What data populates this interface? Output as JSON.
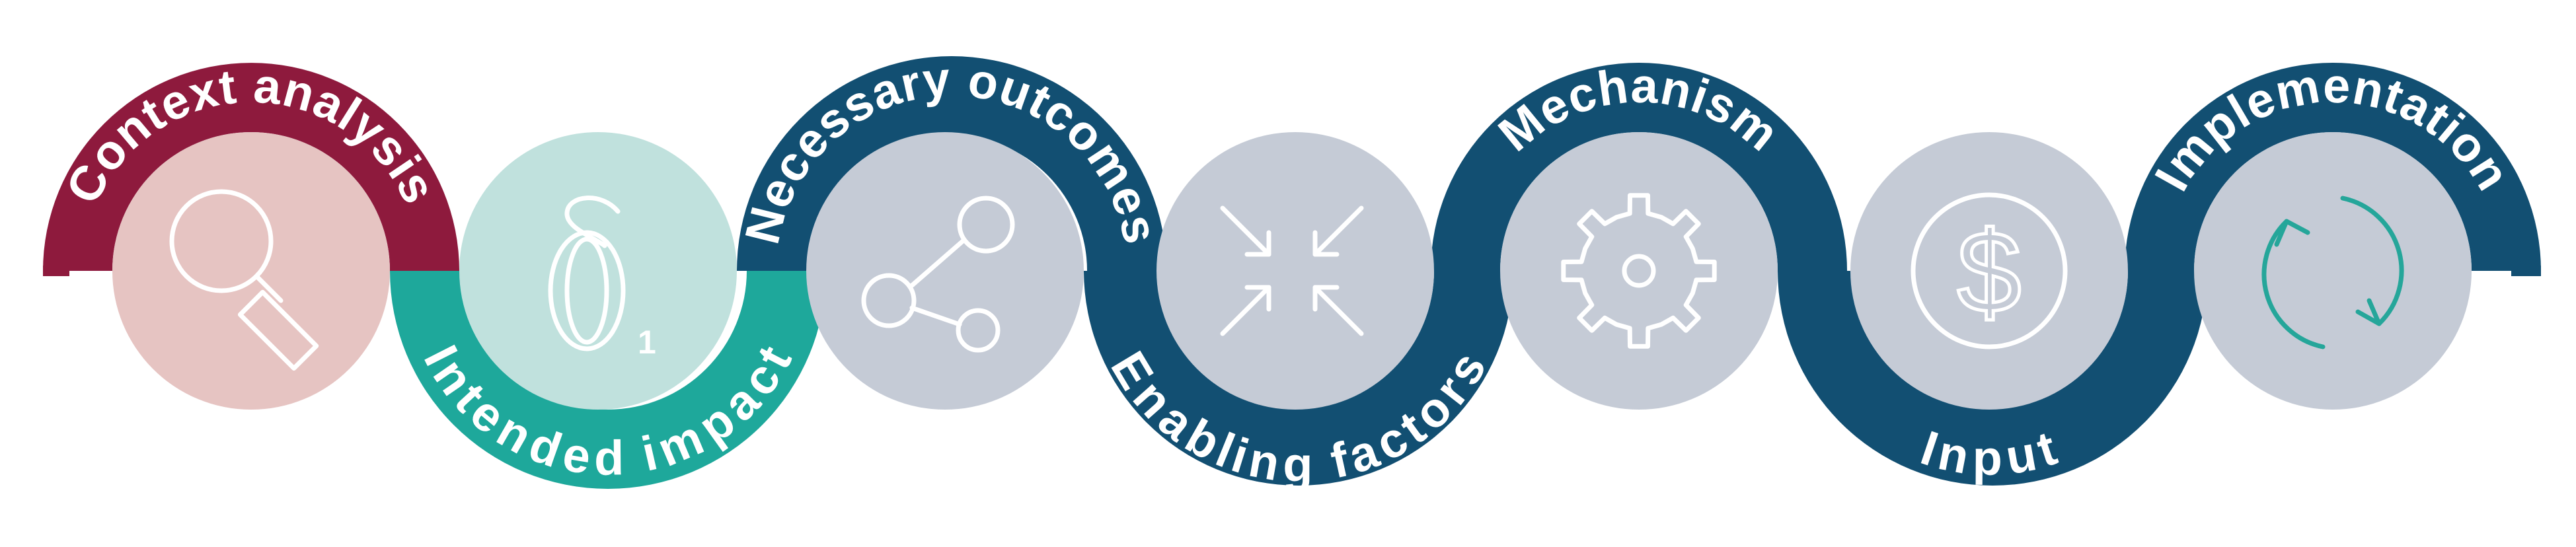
{
  "colors": {
    "crimson": "#8e1a3d",
    "teal": "#1ea89b",
    "navy": "#124f72",
    "pink_circle": "#e6c4c2",
    "mint_circle": "#c0e1dd",
    "grey_circle": "#c5cbd6",
    "icon_teal": "#25a69a",
    "white": "#ffffff"
  },
  "stages": [
    {
      "label": "Context analysis",
      "icon": "magnifier-icon"
    },
    {
      "label": "Intended impact",
      "icon": "delta-one-icon",
      "subscript": "1"
    },
    {
      "label": "Necessary outcomes",
      "icon": "share-nodes-icon"
    },
    {
      "label": "Enabling factors",
      "icon": "arrows-inward-icon"
    },
    {
      "label": "Mechanism",
      "icon": "gear-icon"
    },
    {
      "label": "Input",
      "icon": "dollar-coin-icon"
    },
    {
      "label": "Implementation",
      "icon": "cycle-arrows-icon"
    }
  ]
}
